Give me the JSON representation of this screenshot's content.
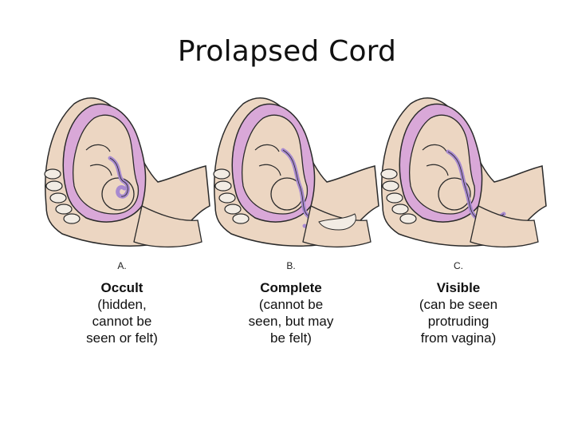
{
  "title": "Prolapsed Cord",
  "panels": [
    {
      "letter": "A.",
      "name": "Occult",
      "description": "(hidden,\ncannot be\nseen or felt)"
    },
    {
      "letter": "B.",
      "name": "Complete",
      "description": "(cannot be\nseen, but may\nbe felt)"
    },
    {
      "letter": "C.",
      "name": "Visible",
      "description": "(can be seen\nprotruding\nfrom vagina)"
    }
  ],
  "colors": {
    "skin": "#ecd6c2",
    "uterus": "#d9a8d8",
    "cord": "#a88ad0",
    "bone": "#f2ece4",
    "outline": "#2a2a2a"
  }
}
